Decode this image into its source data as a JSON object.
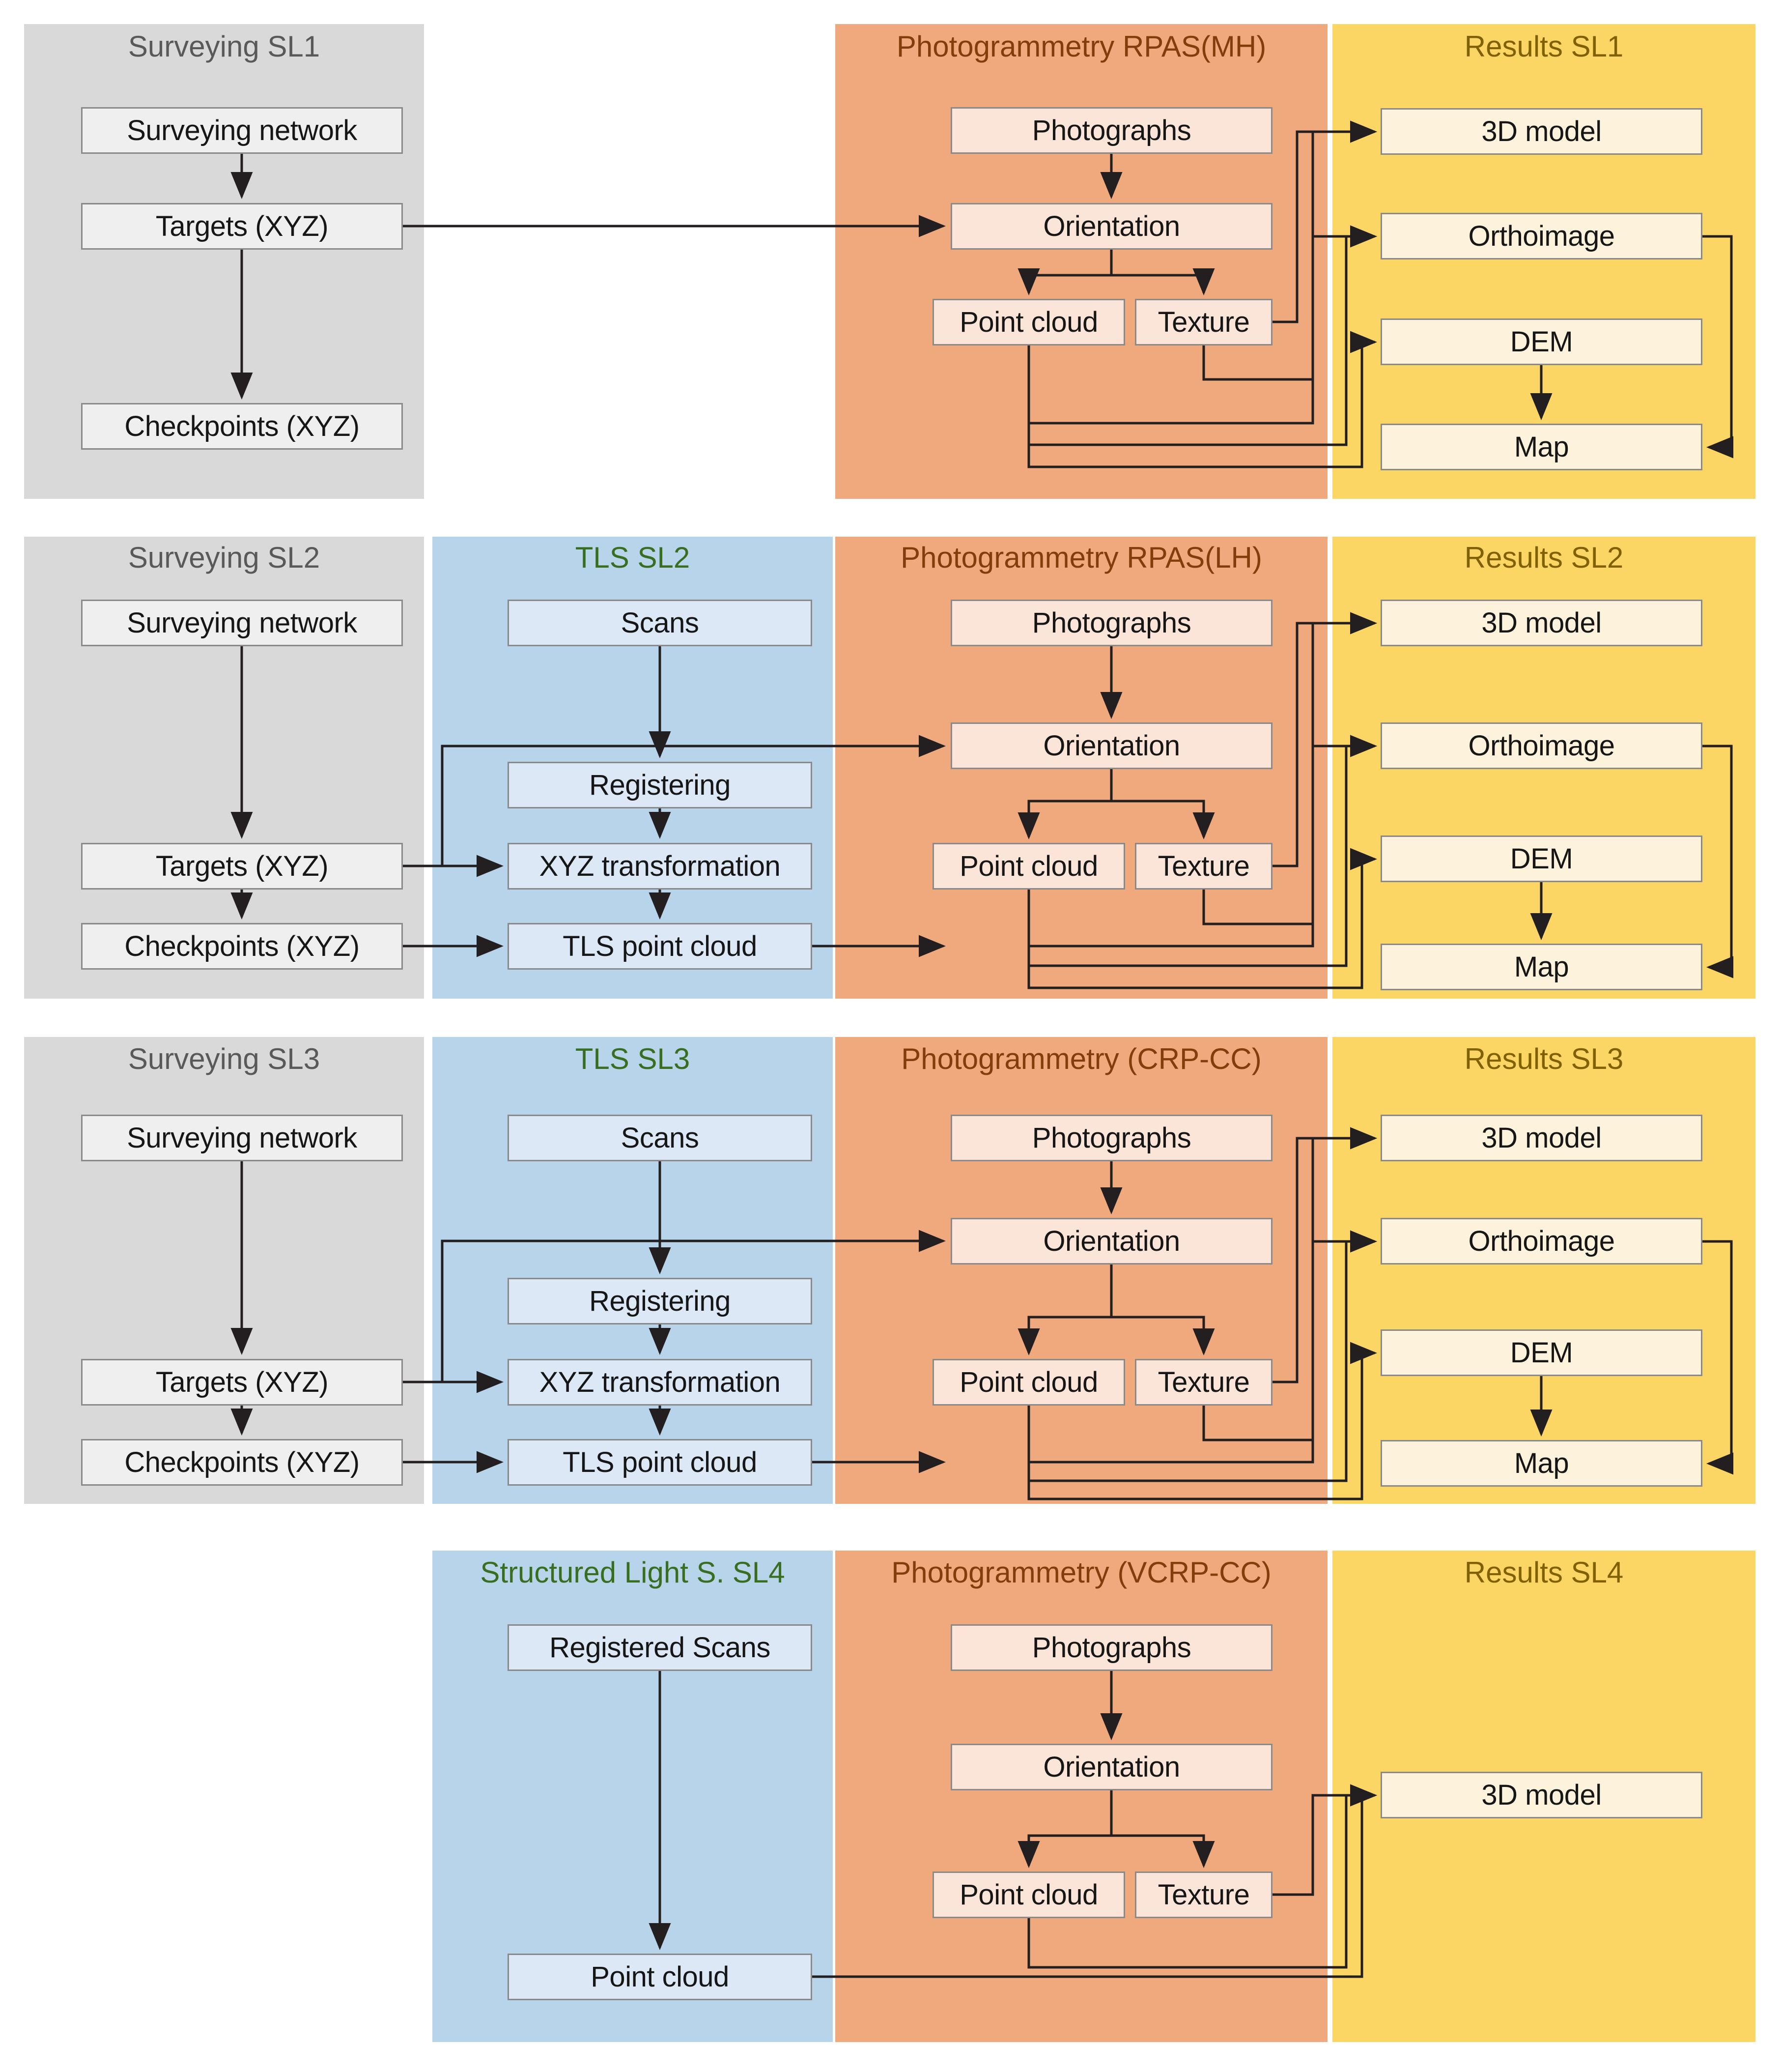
{
  "colors": {
    "surveying_panel": "#d9d9d9",
    "tls_panel": "#b8d4ea",
    "photogrammetry_panel": "#f0a97c",
    "results_panel": "#fbd664",
    "surveying_title": "#595959",
    "tls_title": "#376e1f",
    "photogrammetry_title": "#843c0c",
    "results_title": "#806000",
    "node_border": "#8a8a8a",
    "node_gray": "#efefef",
    "node_blue": "#dce8f5",
    "node_orange": "#fae5d8",
    "node_yellow": "#fdf3dc",
    "connector": "#231f20"
  },
  "rows": [
    {
      "id": "sl1",
      "panels": {
        "surveying": {
          "title": "Surveying SL1",
          "nodes": [
            {
              "id": "sv-net",
              "label": "Surveying network"
            },
            {
              "id": "targets",
              "label": "Targets (XYZ)"
            },
            {
              "id": "checkpoints",
              "label": "Checkpoints (XYZ)"
            }
          ]
        },
        "photogrammetry": {
          "title": "Photogrammetry RPAS(MH)",
          "nodes": [
            {
              "id": "photographs",
              "label": "Photographs"
            },
            {
              "id": "orientation",
              "label": "Orientation"
            },
            {
              "id": "pointcloud",
              "label": "Point cloud"
            },
            {
              "id": "texture",
              "label": "Texture"
            }
          ]
        },
        "results": {
          "title": "Results SL1",
          "nodes": [
            {
              "id": "model3d",
              "label": "3D model"
            },
            {
              "id": "orthoimage",
              "label": "Orthoimage"
            },
            {
              "id": "dem",
              "label": "DEM"
            },
            {
              "id": "map",
              "label": "Map"
            }
          ]
        }
      }
    },
    {
      "id": "sl2",
      "panels": {
        "surveying": {
          "title": "Surveying SL2",
          "nodes": [
            {
              "id": "sv-net",
              "label": "Surveying network"
            },
            {
              "id": "targets",
              "label": "Targets (XYZ)"
            },
            {
              "id": "checkpoints",
              "label": "Checkpoints (XYZ)"
            }
          ]
        },
        "tls": {
          "title": "TLS SL2",
          "nodes": [
            {
              "id": "scans",
              "label": "Scans"
            },
            {
              "id": "register",
              "label": "Registering"
            },
            {
              "id": "xyztrans",
              "label": "XYZ transformation"
            },
            {
              "id": "tlscloud",
              "label": "TLS point cloud"
            }
          ]
        },
        "photogrammetry": {
          "title": "Photogrammetry RPAS(LH)",
          "nodes": [
            {
              "id": "photographs",
              "label": "Photographs"
            },
            {
              "id": "orientation",
              "label": "Orientation"
            },
            {
              "id": "pointcloud",
              "label": "Point cloud"
            },
            {
              "id": "texture",
              "label": "Texture"
            }
          ]
        },
        "results": {
          "title": "Results SL2",
          "nodes": [
            {
              "id": "model3d",
              "label": "3D model"
            },
            {
              "id": "orthoimage",
              "label": "Orthoimage"
            },
            {
              "id": "dem",
              "label": "DEM"
            },
            {
              "id": "map",
              "label": "Map"
            }
          ]
        }
      }
    },
    {
      "id": "sl3",
      "panels": {
        "surveying": {
          "title": "Surveying SL3",
          "nodes": [
            {
              "id": "sv-net",
              "label": "Surveying network"
            },
            {
              "id": "targets",
              "label": "Targets (XYZ)"
            },
            {
              "id": "checkpoints",
              "label": "Checkpoints (XYZ)"
            }
          ]
        },
        "tls": {
          "title": "TLS SL3",
          "nodes": [
            {
              "id": "scans",
              "label": "Scans"
            },
            {
              "id": "register",
              "label": "Registering"
            },
            {
              "id": "xyztrans",
              "label": "XYZ transformation"
            },
            {
              "id": "tlscloud",
              "label": "TLS point cloud"
            }
          ]
        },
        "photogrammetry": {
          "title": "Photogrammetry (CRP-CC)",
          "nodes": [
            {
              "id": "photographs",
              "label": "Photographs"
            },
            {
              "id": "orientation",
              "label": "Orientation"
            },
            {
              "id": "pointcloud",
              "label": "Point cloud"
            },
            {
              "id": "texture",
              "label": "Texture"
            }
          ]
        },
        "results": {
          "title": "Results SL3",
          "nodes": [
            {
              "id": "model3d",
              "label": "3D model"
            },
            {
              "id": "orthoimage",
              "label": "Orthoimage"
            },
            {
              "id": "dem",
              "label": "DEM"
            },
            {
              "id": "map",
              "label": "Map"
            }
          ]
        }
      }
    },
    {
      "id": "sl4",
      "panels": {
        "structured_light": {
          "title": "Structured Light S. SL4",
          "nodes": [
            {
              "id": "regscans",
              "label": "Registered Scans"
            },
            {
              "id": "pointcloud",
              "label": "Point cloud"
            }
          ]
        },
        "photogrammetry": {
          "title": "Photogrammetry (VCRP-CC)",
          "nodes": [
            {
              "id": "photographs",
              "label": "Photographs"
            },
            {
              "id": "orientation",
              "label": "Orientation"
            },
            {
              "id": "pointcloud",
              "label": "Point cloud"
            },
            {
              "id": "texture",
              "label": "Texture"
            }
          ]
        },
        "results": {
          "title": "Results SL4",
          "nodes": [
            {
              "id": "model3d",
              "label": "3D model"
            }
          ]
        }
      }
    }
  ]
}
